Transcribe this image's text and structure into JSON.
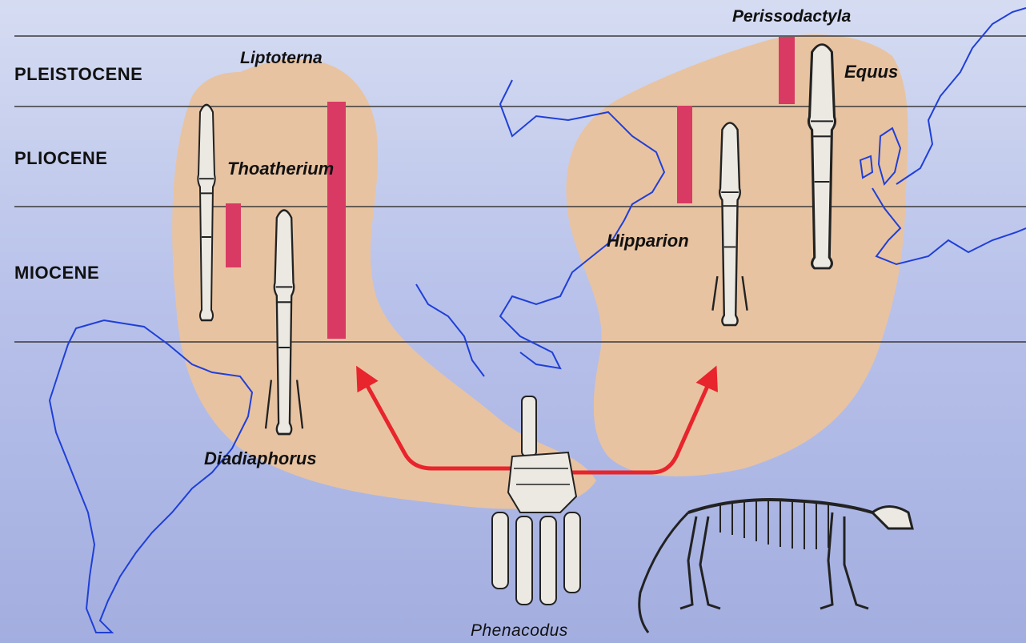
{
  "epochs": {
    "pleistocene": "PLEISTOCENE",
    "pliocene": "PLIOCENE",
    "miocene": "MIOCENE"
  },
  "groups": {
    "left": "Liptoterna",
    "right": "Perissodactyla"
  },
  "taxa": {
    "thoatherium": "Thoatherium",
    "diadiaphorus": "Diadiaphorus",
    "hipparion": "Hipparion",
    "equus": "Equus",
    "phenacodus": "Phenacodus"
  },
  "colors": {
    "range_bar": "#d83a64",
    "arrow": "#e8242c",
    "region_fill": "#e8c3a1",
    "coastline": "#1f3fd8"
  }
}
